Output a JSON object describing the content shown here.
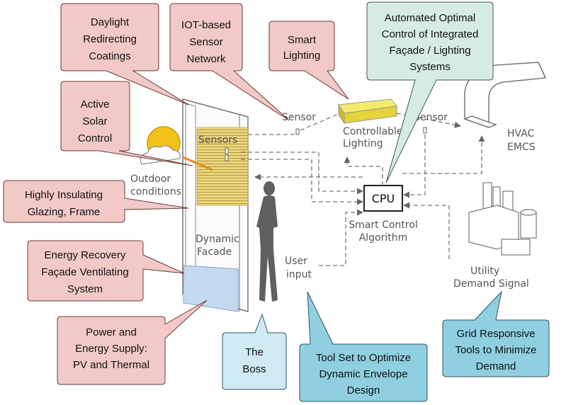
{
  "colors": {
    "pink_callout": "#f2c9c6",
    "pink_border": "#6a3a3a",
    "blue_callout": "#8fcfe0",
    "blue_border": "#2c5566",
    "teal_callout": "#d7ebe6",
    "teal_border": "#3a5a55",
    "light_blue_callout": "#cfeaf2",
    "blinds": "#e7d27a",
    "sun": "#f3c21a",
    "light_fixture": "#f2ec6a",
    "ventilation_panel": "#c4d8ef",
    "diagram_lines": "#777777",
    "silhouette": "#5f5f5f"
  },
  "callouts": {
    "daylight": [
      "Daylight",
      "Redirecting",
      "Coatings"
    ],
    "iot": [
      "IOT-based",
      "Sensor",
      "Network"
    ],
    "smart_lighting": [
      "Smart",
      "Lighting"
    ],
    "automated": [
      "Automated Optimal",
      "Control of Integrated",
      "Façade / Lighting",
      "Systems"
    ],
    "active_solar": [
      "Active",
      "Solar",
      "Control"
    ],
    "insulating": [
      "Highly Insulating",
      "Glazing, Frame"
    ],
    "energy_recovery": [
      "Energy Recovery",
      "Façade Ventilating",
      "System"
    ],
    "power": [
      "Power and",
      "Energy Supply:",
      "PV and Thermal"
    ],
    "boss": [
      "The",
      "Boss"
    ],
    "toolset": [
      "Tool Set to Optimize",
      "Dynamic Envelope",
      "Design"
    ],
    "grid": [
      "Grid Responsive",
      "Tools to Minimize",
      "Demand"
    ]
  },
  "diagram": {
    "sensor_left": "Sensor",
    "sensor_right": "Sensor",
    "sensors": "Sensors",
    "outdoor": [
      "Outdoor",
      "conditions"
    ],
    "controllable": [
      "Controllable",
      "Lighting"
    ],
    "hvac": [
      "HVAC",
      "EMCS"
    ],
    "cpu": "CPU",
    "algorithm": [
      "Smart Control",
      "Algorithm"
    ],
    "dynamic_facade": [
      "Dynamic",
      "Facade"
    ],
    "user_input": [
      "User",
      "input"
    ],
    "utility": [
      "Utility",
      "Demand Signal"
    ]
  }
}
